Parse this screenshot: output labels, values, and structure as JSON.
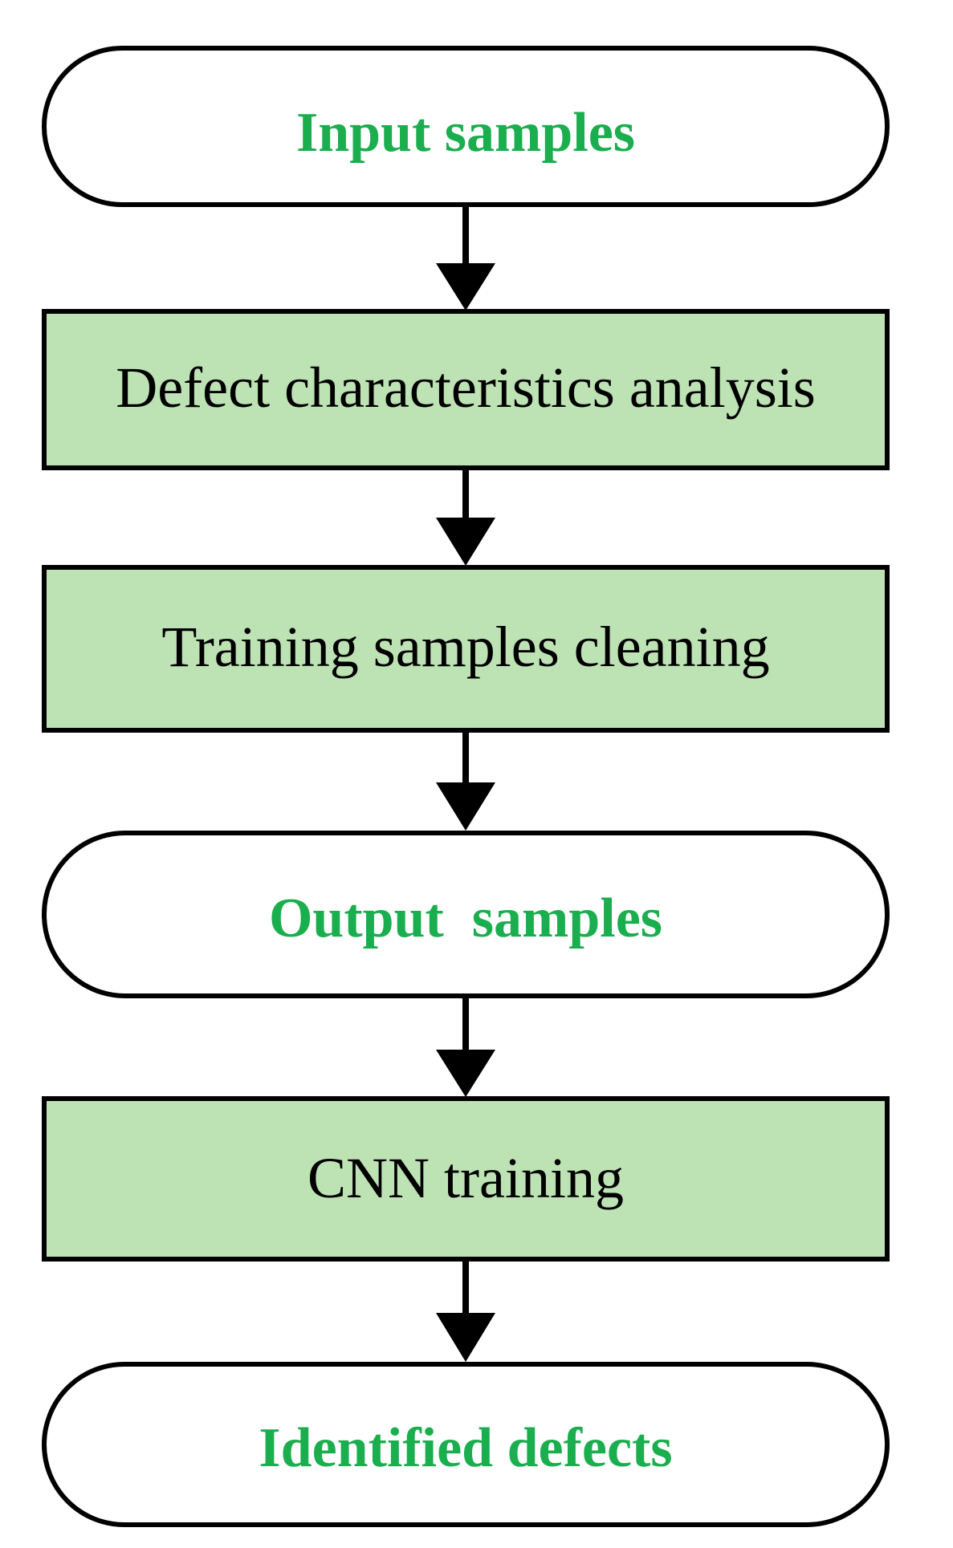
{
  "flowchart": {
    "steps": [
      {
        "kind": "terminal",
        "label": "Input samples"
      },
      {
        "kind": "process",
        "label": "Defect characteristics analysis"
      },
      {
        "kind": "process",
        "label": "Training samples cleaning"
      },
      {
        "kind": "terminal",
        "label": "Output  samples"
      },
      {
        "kind": "process",
        "label": "CNN training"
      },
      {
        "kind": "terminal",
        "label": "Identified defects"
      }
    ]
  },
  "colors": {
    "terminal_fill": "#ffffff",
    "terminal_text": "#1aae4e",
    "process_fill": "#bde2b4",
    "stroke": "#000000",
    "arrow": "#000000"
  }
}
